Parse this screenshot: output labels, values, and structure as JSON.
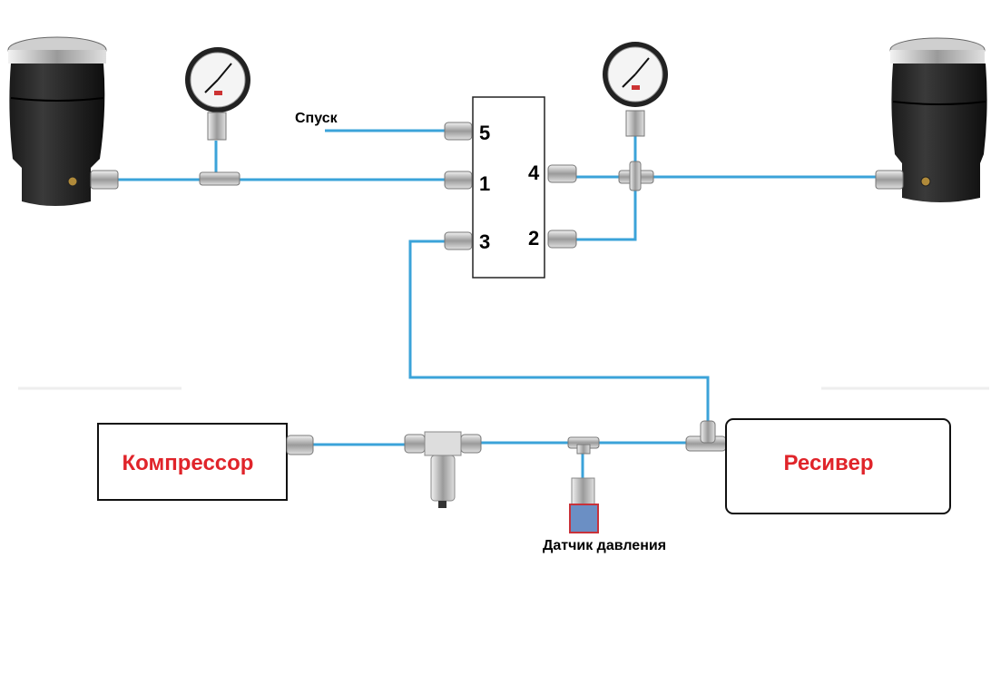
{
  "labels": {
    "release": "Спуск",
    "port5": "5",
    "port1": "1",
    "port3": "3",
    "port4": "4",
    "port2": "2",
    "compressor": "Компрессор",
    "receiver": "Ресивер",
    "pressure_sensor": "Датчик давления"
  },
  "colors": {
    "pipe": "#3ba3d9",
    "box_title": "#e0242a",
    "sensor_fill": "#6b8fc4",
    "sensor_border": "#c8323a"
  }
}
